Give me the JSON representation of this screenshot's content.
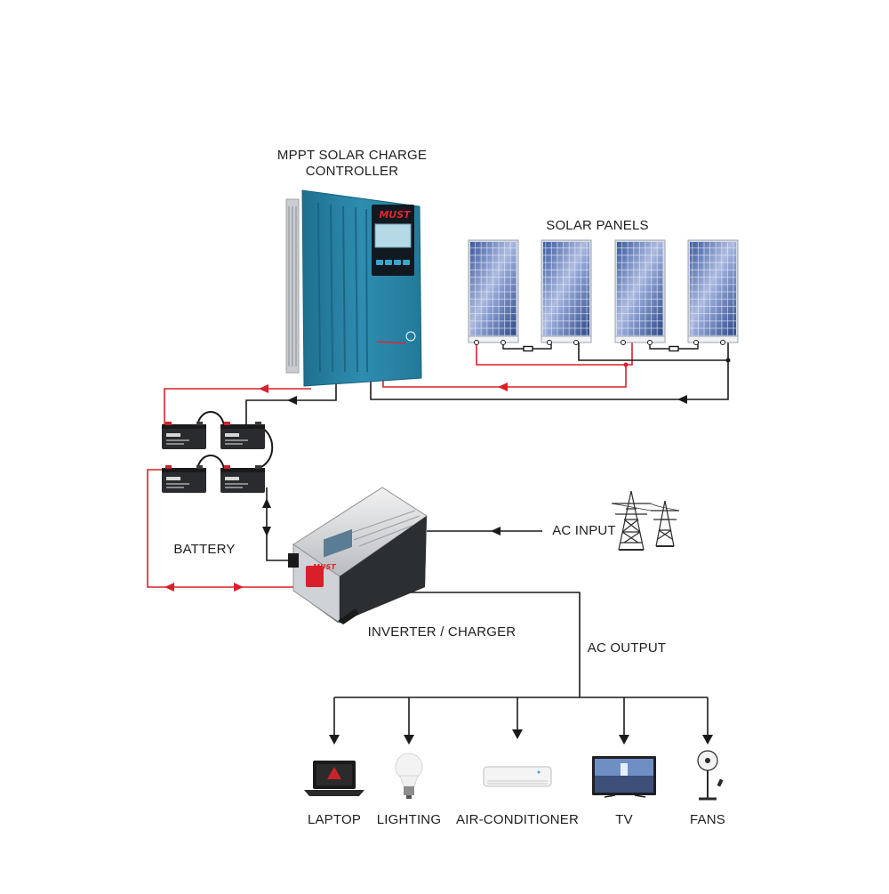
{
  "labels": {
    "controller_line1": "MPPT SOLAR CHARGE",
    "controller_line2": "CONTROLLER",
    "solar_panels": "SOLAR PANELS",
    "battery": "BATTERY",
    "ac_input": "AC INPUT",
    "inverter": "INVERTER / CHARGER",
    "ac_output": "AC OUTPUT"
  },
  "brand": "MUST",
  "loads": [
    "LAPTOP",
    "LIGHTING",
    "AIR-CONDITIONER",
    "TV",
    "FANS"
  ],
  "colors": {
    "wire_positive": "#d9202a",
    "wire_negative": "#1a1a1a",
    "controller_body": "#2a86a8",
    "brand_red": "#e0262e",
    "panel_cell": "#2d4a86"
  }
}
